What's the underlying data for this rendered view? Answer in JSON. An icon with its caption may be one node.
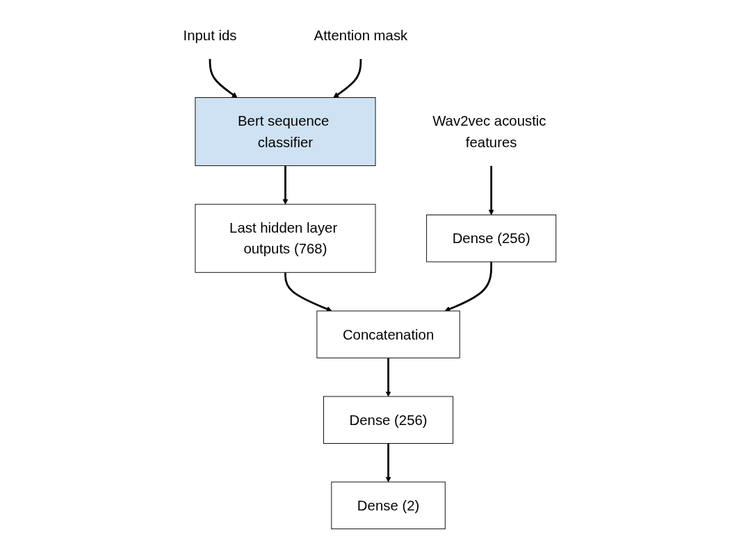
{
  "diagram": {
    "nodes": [
      {
        "text": [
          "Input ids"
        ]
      },
      {
        "text": [
          "Attention mask"
        ]
      },
      {
        "text": [
          "Wav2vec acoustic features"
        ]
      },
      {
        "text": [
          "Bert sequence classifier"
        ]
      },
      {
        "text": [
          "Last hidden layer outputs (768)"
        ]
      },
      {
        "text": [
          "Dense (256)"
        ]
      },
      {
        "text": [
          "Concatenation"
        ]
      },
      {
        "text": [
          "Dense (256)"
        ]
      },
      {
        "text": [
          "Dense (2)"
        ]
      }
    ],
    "edges": [
      {
        "from": 0,
        "to": 3,
        "arrow": "to"
      },
      {
        "from": 1,
        "to": 3,
        "arrow": "to"
      },
      {
        "from": 3,
        "to": 4,
        "arrow": "to"
      },
      {
        "from": 2,
        "to": 5,
        "arrow": "to"
      },
      {
        "from": 4,
        "to": 6,
        "arrow": "to"
      },
      {
        "from": 5,
        "to": 6,
        "arrow": "to"
      },
      {
        "from": 6,
        "to": 7,
        "arrow": "to"
      },
      {
        "from": 7,
        "to": 8,
        "arrow": "to"
      }
    ]
  }
}
